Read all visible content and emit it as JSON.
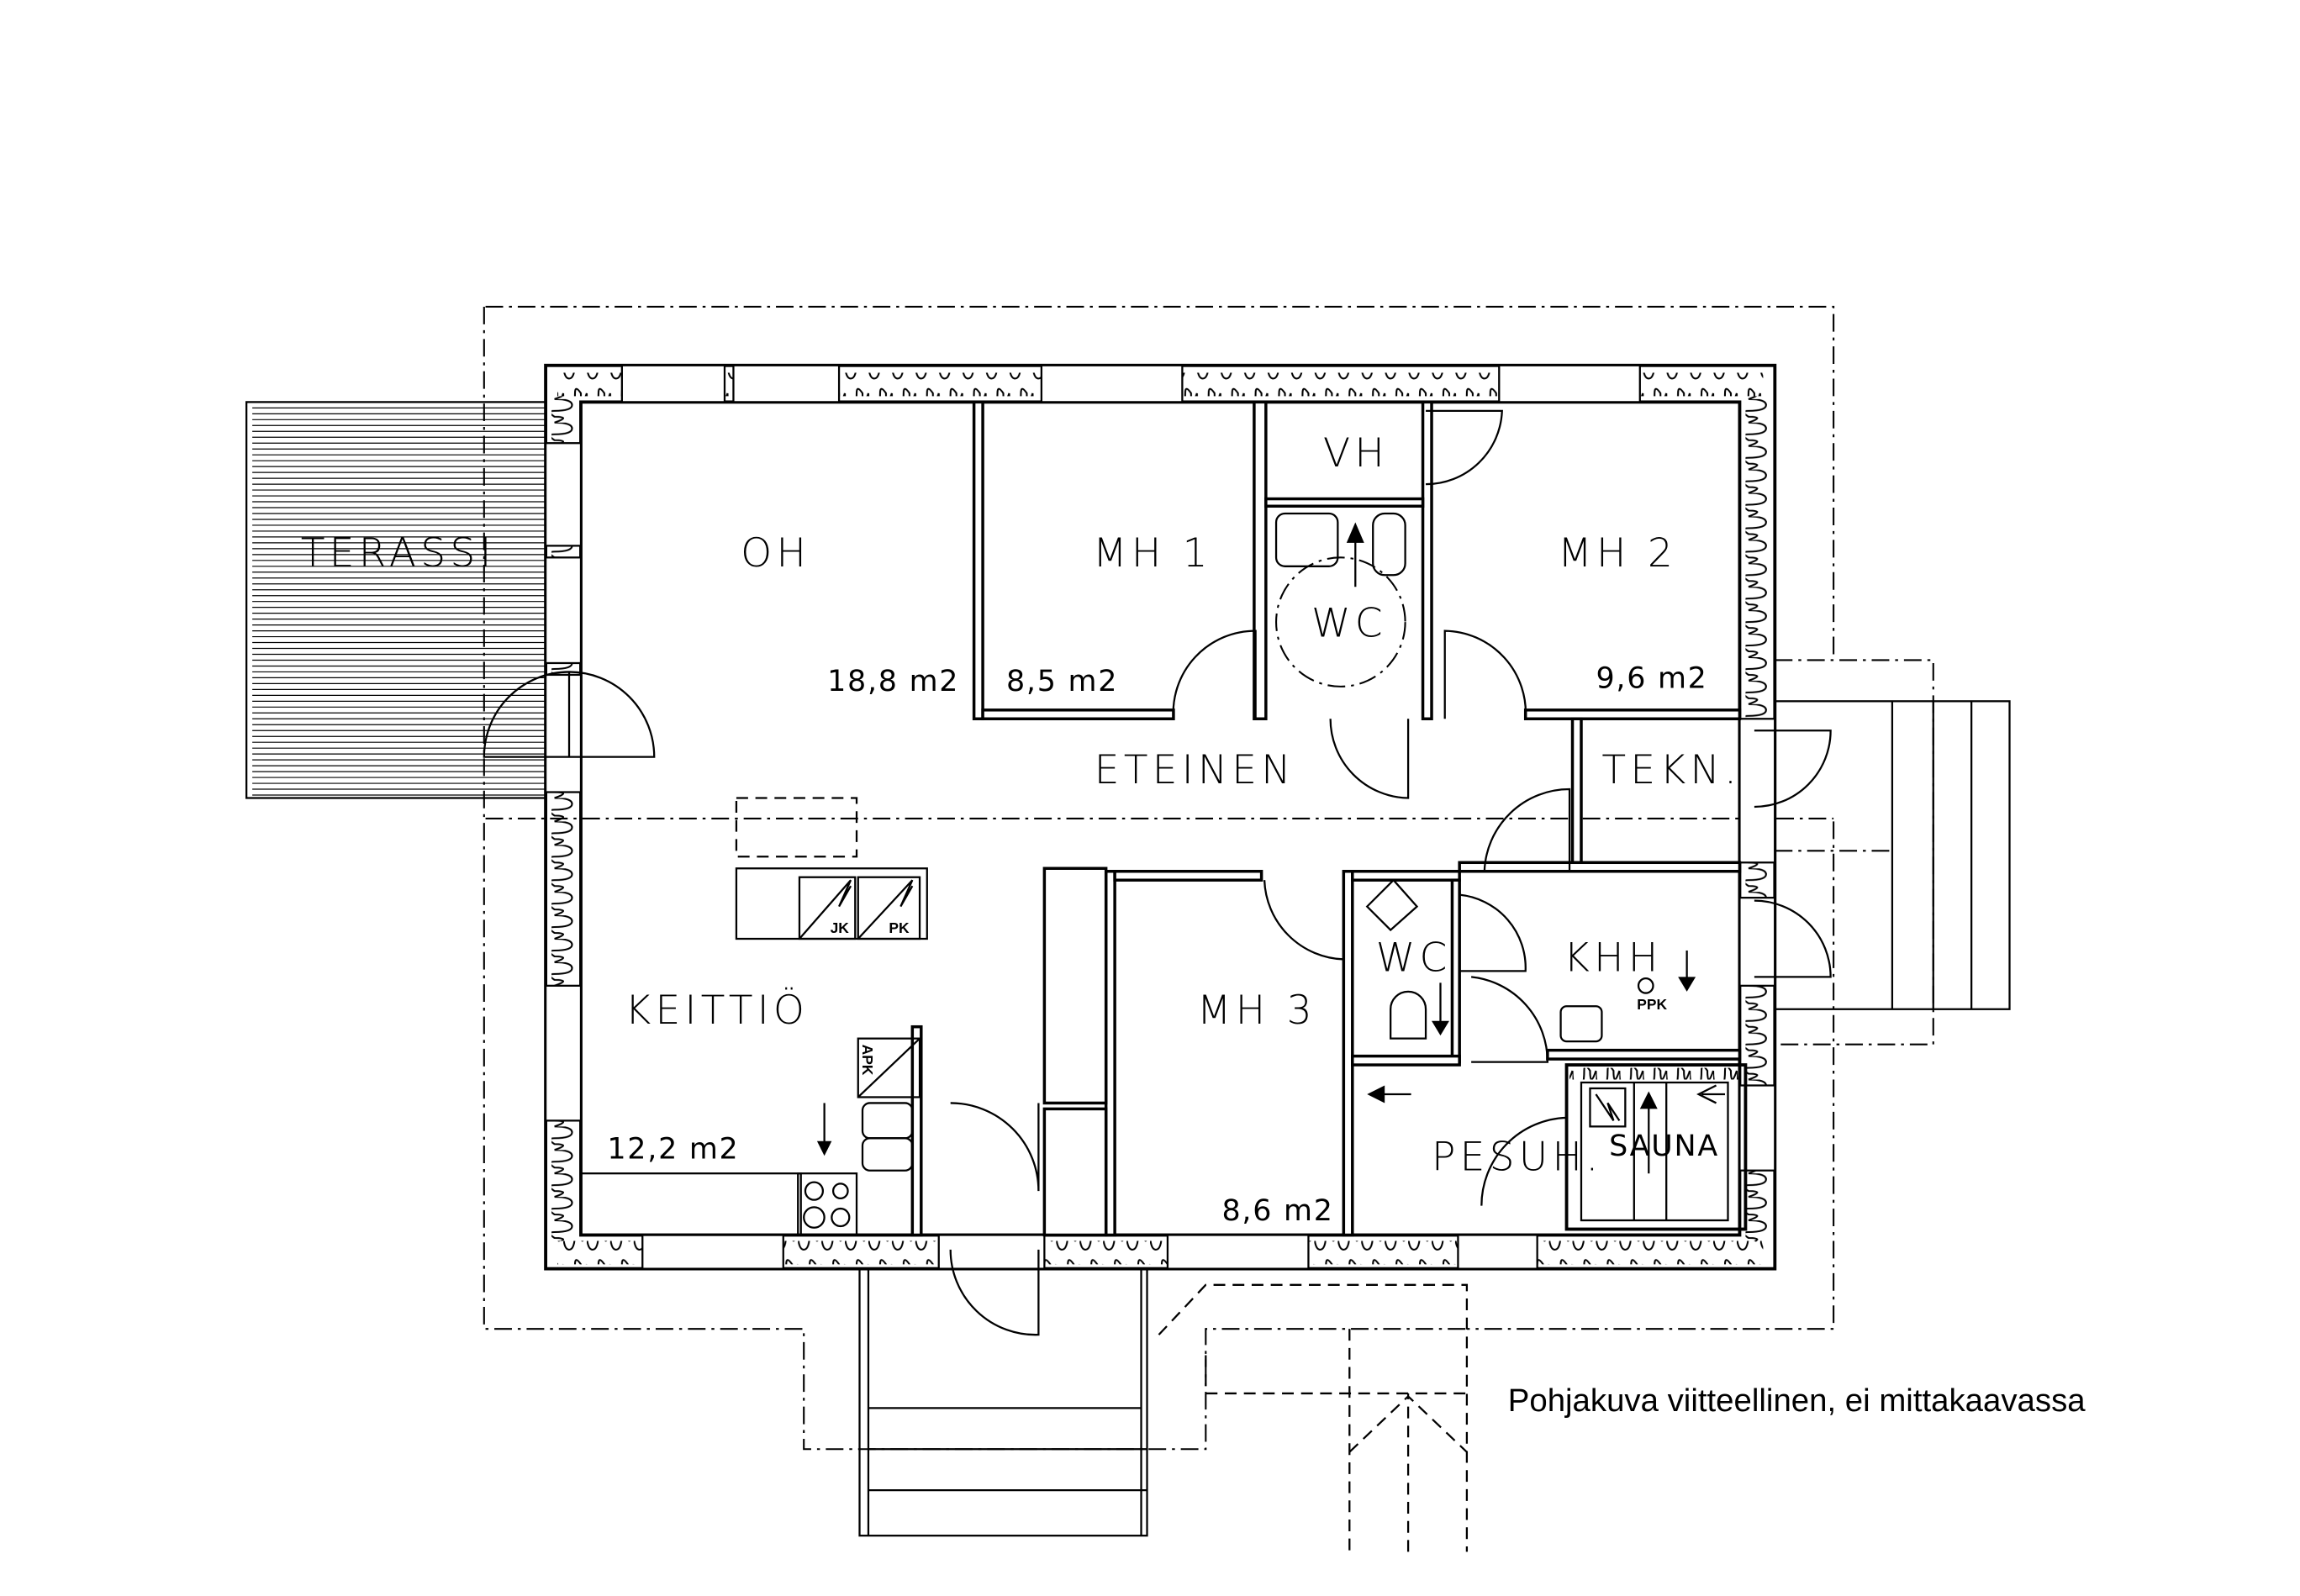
{
  "plan": {
    "rooms": {
      "terassi": "TERASSI",
      "oh": "OH",
      "mh1": "MH 1",
      "mh2": "MH 2",
      "vh": "VH",
      "wc1": "WC",
      "eteinen": "ETEINEN",
      "tekn": "TEKN.",
      "wc2": "WC",
      "khh": "KHH",
      "keittio": "KEITTIÖ",
      "mh3": "MH 3",
      "pesuh": "PESUH.",
      "sauna": "SAUNA"
    },
    "areas": {
      "oh": "18,8 m2",
      "mh1": "8,5 m2",
      "mh2": "9,6 m2",
      "keittio": "12,2 m2",
      "mh3": "8,6 m2"
    },
    "appliances": {
      "jk": "JK",
      "pk": "PK",
      "apk": "APK",
      "ppk": "PPK"
    },
    "note": "Pohjakuva viitteellinen, ei mittakaavassa"
  }
}
